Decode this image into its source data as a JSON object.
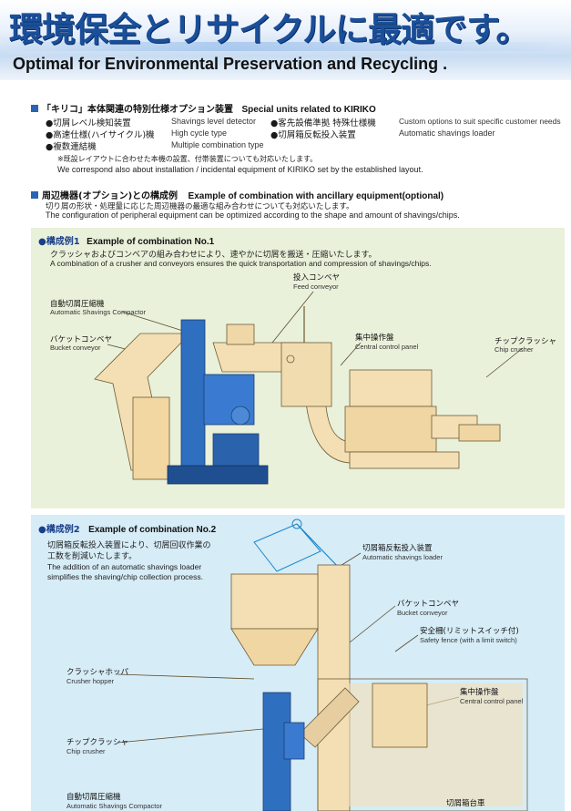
{
  "header": {
    "title_jp": "環境保全とリサイクルに最適です。",
    "title_en": "Optimal for Environmental Preservation and Recycling ."
  },
  "special_units": {
    "heading_jp": "「キリコ」本体関連の特別仕様オプション装置",
    "heading_en": "Special units related to KIRIKO",
    "items": [
      {
        "jp": "●切屑レベル検知装置",
        "en": "Shavings level detector"
      },
      {
        "jp": "●高速仕様(ハイサイクル)機",
        "en": "High cycle type"
      },
      {
        "jp": "●複数連結機",
        "en": "Multiple combination type"
      },
      {
        "jp": "●客先設備準拠 特殊仕様機",
        "en": "Custom options to suit specific customer needs"
      },
      {
        "jp": "●切屑箱反転投入装置",
        "en": "Automatic shavings loader"
      }
    ],
    "note_jp": "※既設レイアウトに合わせた本機の設置、付帯装置についても対応いたします。",
    "note_en": "We correspond also about installation / incidental equipment of KIRIKO set by the established layout."
  },
  "combination": {
    "heading_jp": "周辺機器(オプション)との構成例",
    "heading_en": "Example of combination with ancillary equipment(optional)",
    "desc_jp": "切り屑の形状・処理量に応じた周辺機器の最適な組み合わせについても対応いたします。",
    "desc_en": "The configuration of peripheral equipment can be optimized according to the shape and amount of shavings/chips."
  },
  "example1": {
    "title_jp": "●構成例1",
    "title_en": "Example of combination No.1",
    "desc_jp": "クラッシャおよびコンベアの組み合わせにより、速やかに切屑を搬送・圧縮いたします。",
    "desc_en": "A combination of a crusher and conveyors ensures the quick transportation and compression of shavings/chips.",
    "labels": {
      "feed_jp": "投入コンベヤ",
      "feed_en": "Feed conveyor",
      "compactor_jp": "自動切屑圧縮機",
      "compactor_en": "Automatic Shavings Compactor",
      "bucket_jp": "バケットコンベヤ",
      "bucket_en": "Bucket conveyor",
      "panel_jp": "集中操作盤",
      "panel_en": "Central control panel",
      "crusher_jp": "チップクラッシャ",
      "crusher_en": "Chip crusher"
    }
  },
  "example2": {
    "title_jp": "●構成例2",
    "title_en": "Example of combination No.2",
    "desc_jp_1": "切屑箱反転投入装置により、切屑回収作業の",
    "desc_jp_2": "工数を削減いたします。",
    "desc_en_1": "The addition of an automatic shavings loader",
    "desc_en_2": "simplifies the shaving/chip collection process.",
    "labels": {
      "loader_jp": "切屑箱反転投入装置",
      "loader_en": "Automatic shavings loader",
      "bucket_jp": "バケットコンベヤ",
      "bucket_en": "Bucket conveyor",
      "fence_jp": "安全柵(リミットスイッチ付)",
      "fence_en": "Safety fence (with a limit switch)",
      "hopper_jp": "クラッシャホッパ",
      "hopper_en": "Crusher hopper",
      "panel_jp": "集中操作盤",
      "panel_en": "Central control panel",
      "crusher_jp": "チップクラッシャ",
      "crusher_en": "Chip crusher",
      "compactor_jp": "自動切屑圧縮機",
      "compactor_en": "Automatic Shavings Compactor",
      "cart_jp": "切屑箱台車"
    }
  }
}
